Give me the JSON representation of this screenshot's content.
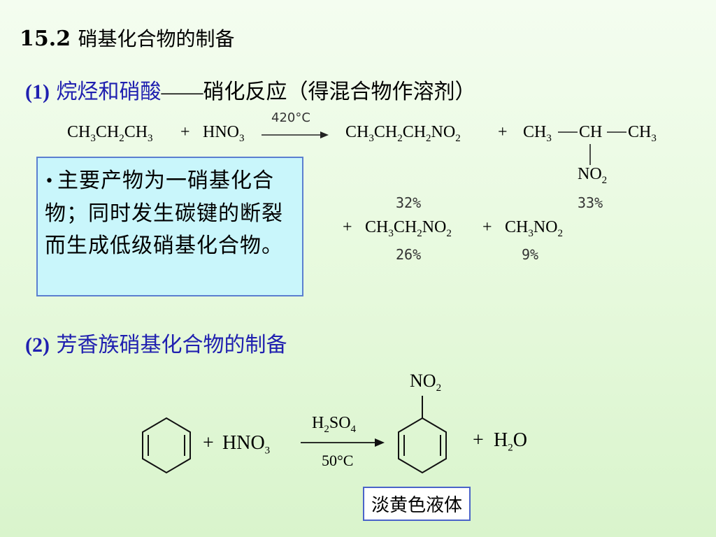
{
  "heading": {
    "number": "15.2",
    "text": "硝基化合物的制备"
  },
  "section1": {
    "number": "(1)",
    "topic": "烷烃和硝酸",
    "dash": "——",
    "note": "硝化反应（得混合物作溶剂）"
  },
  "reaction1": {
    "reactant1": [
      "CH",
      "3",
      "CH",
      "2",
      "CH",
      "3"
    ],
    "plus": "+",
    "reactant2": [
      "HNO",
      "3"
    ],
    "condition": "420°C",
    "product1": [
      "CH",
      "3",
      "CH",
      "2",
      "CH",
      "2",
      "NO",
      "2"
    ],
    "product2_left": [
      "CH",
      "3"
    ],
    "product2_mid": "CH",
    "product2_right": [
      "CH",
      "3"
    ],
    "product2_branch": [
      "NO",
      "2"
    ],
    "yield1": "32%",
    "yield2": "33%",
    "product3": [
      "CH",
      "3",
      "CH",
      "2",
      "NO",
      "2"
    ],
    "product4": [
      "CH",
      "3",
      "NO",
      "2"
    ],
    "yield3": "26%",
    "yield4": "9%"
  },
  "note_box": {
    "bullet": "•",
    "text": "主要产物为一硝基化合物；同时发生碳键的断裂而生成低级硝基化合物。"
  },
  "section2": {
    "number": "(2)",
    "topic": "芳香族硝基化合物的制备"
  },
  "reaction2": {
    "reagent": [
      "HNO",
      "3"
    ],
    "plus": "+",
    "catalyst": [
      "H",
      "2",
      "SO",
      "4"
    ],
    "temperature": "50°C",
    "substituent": [
      "NO",
      "2"
    ],
    "byproduct": [
      "H",
      "2",
      "O"
    ],
    "product_label": "淡黄色液体"
  }
}
